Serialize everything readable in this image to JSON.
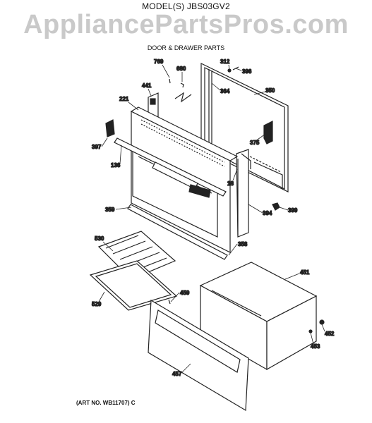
{
  "header": {
    "model": "MODEL(S) JBS03GV2",
    "watermark": "AppliancePartsPros.com",
    "section": "DOOR & DRAWER PARTS"
  },
  "callouts": [
    "769",
    "680",
    "312",
    "396",
    "441",
    "364",
    "350",
    "221",
    "397",
    "375",
    "136",
    "18",
    "359",
    "394",
    "399",
    "358",
    "530",
    "451",
    "529",
    "459",
    "452",
    "453",
    "457"
  ],
  "footer": {
    "art_no": "(ART NO. WB11707) C"
  }
}
